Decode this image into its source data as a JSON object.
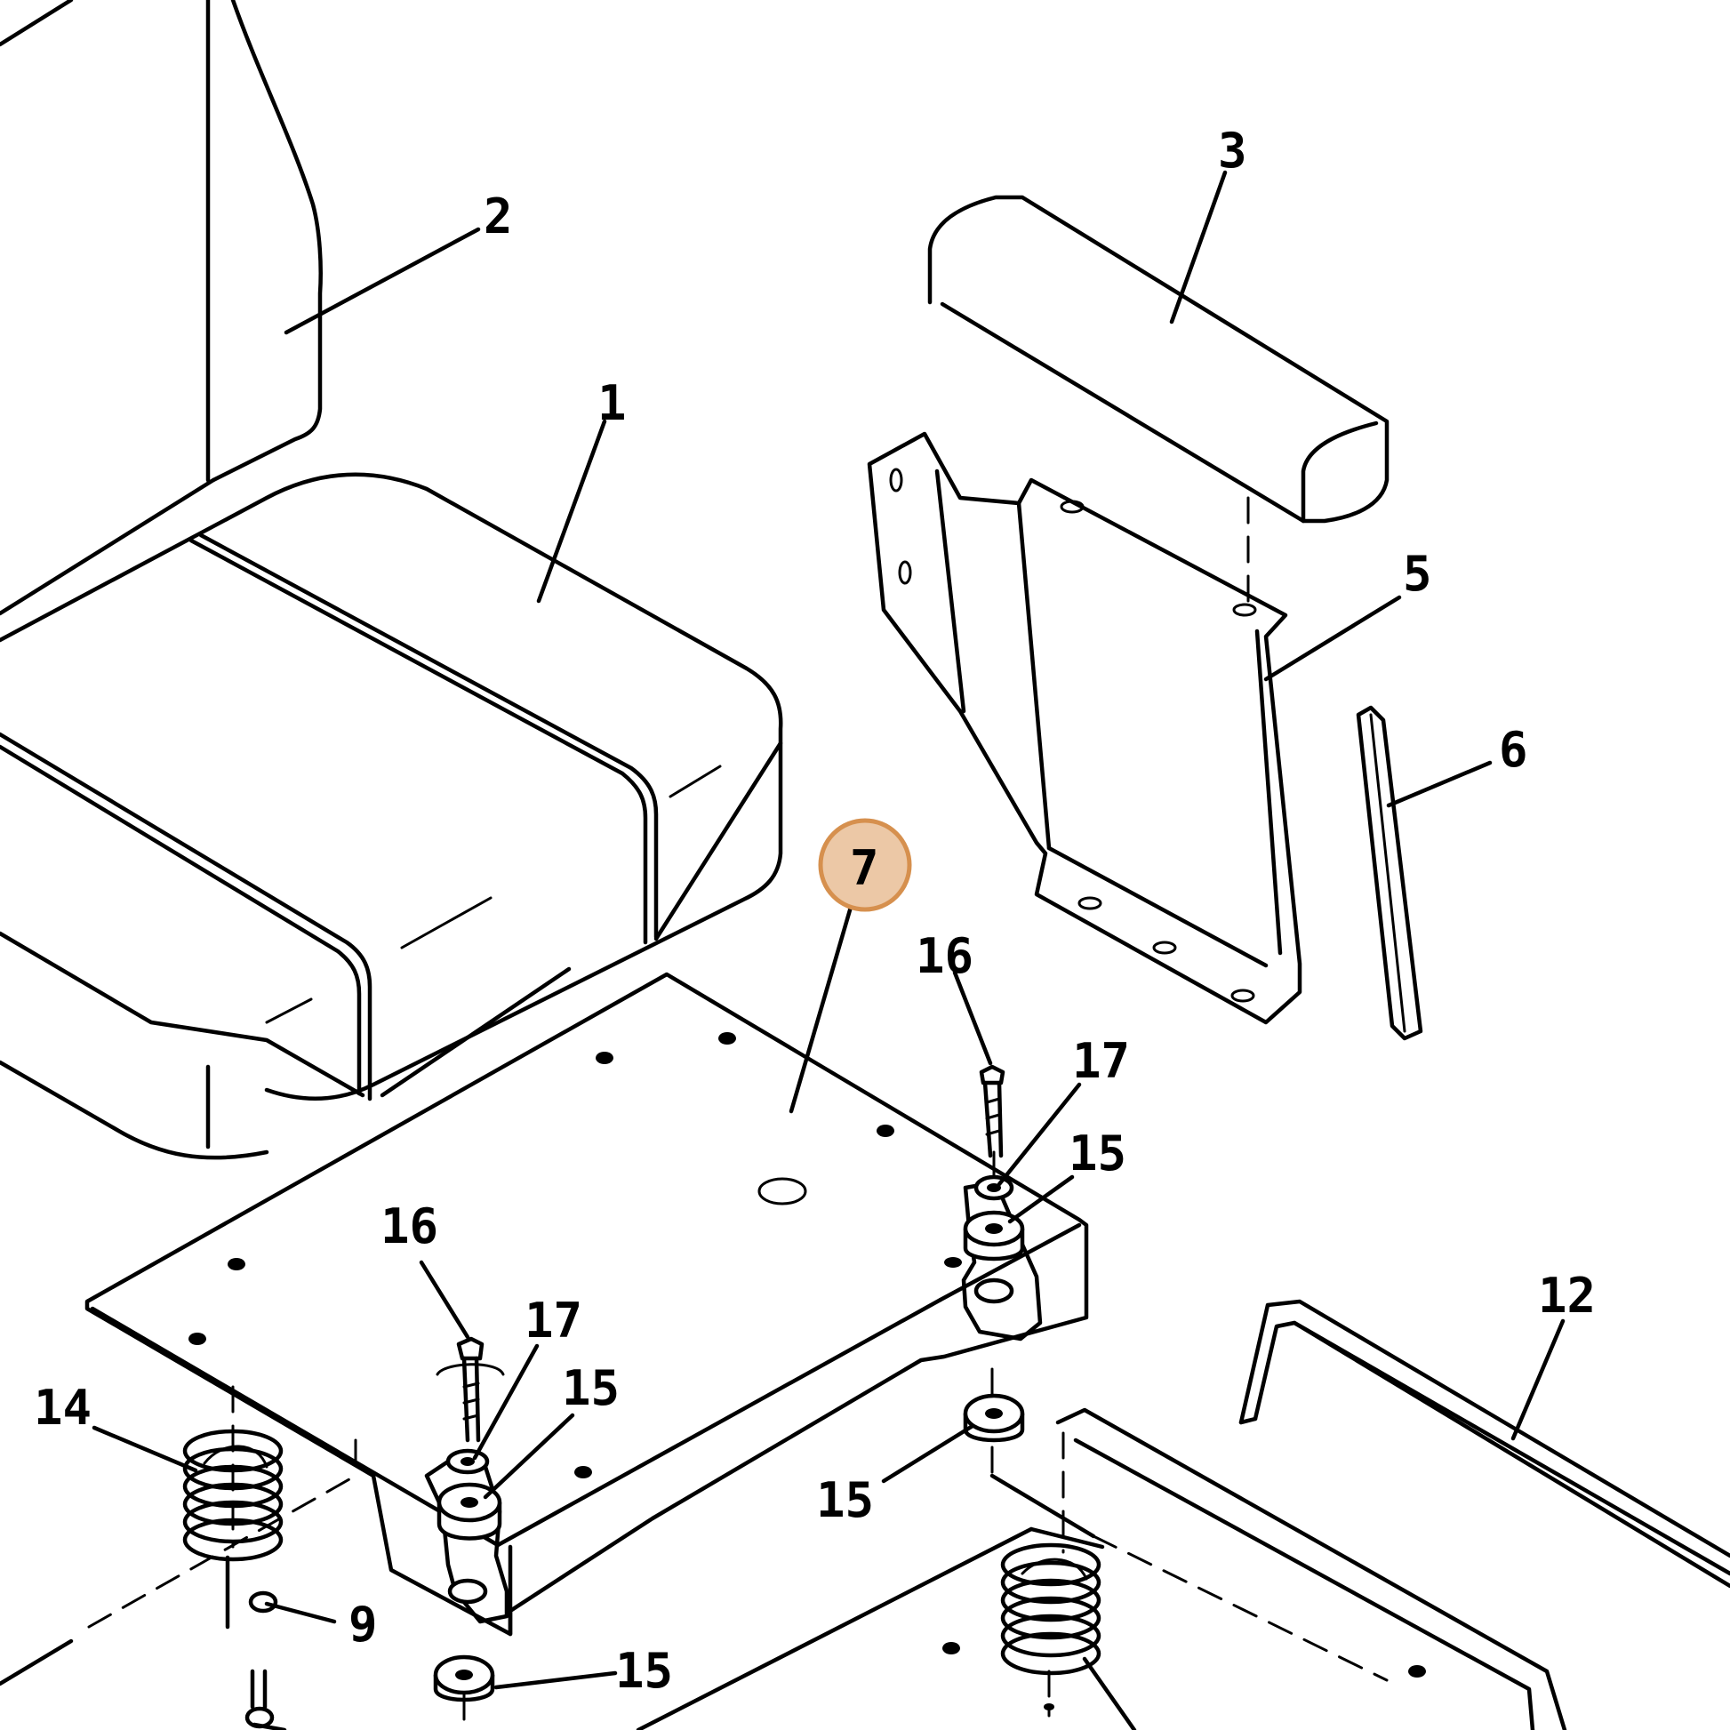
{
  "diagram": {
    "type": "exploded-parts-view",
    "callouts": [
      {
        "id": "c1",
        "label": "1"
      },
      {
        "id": "c2",
        "label": "2"
      },
      {
        "id": "c3",
        "label": "3"
      },
      {
        "id": "c5",
        "label": "5"
      },
      {
        "id": "c6",
        "label": "6"
      },
      {
        "id": "c7",
        "label": "7",
        "highlighted": true
      },
      {
        "id": "c16a",
        "label": "16"
      },
      {
        "id": "c17a",
        "label": "17"
      },
      {
        "id": "c15a",
        "label": "15"
      },
      {
        "id": "c16b",
        "label": "16"
      },
      {
        "id": "c17b",
        "label": "17"
      },
      {
        "id": "c15b",
        "label": "15"
      },
      {
        "id": "c14",
        "label": "14"
      },
      {
        "id": "c9",
        "label": "9"
      },
      {
        "id": "c15c",
        "label": "15"
      },
      {
        "id": "c15d",
        "label": "15"
      },
      {
        "id": "c12",
        "label": "12"
      }
    ],
    "highlight_color": "#ecc8a6",
    "highlight_stroke": "#d6904e",
    "line_color": "#000000",
    "background": "#ffffff"
  }
}
